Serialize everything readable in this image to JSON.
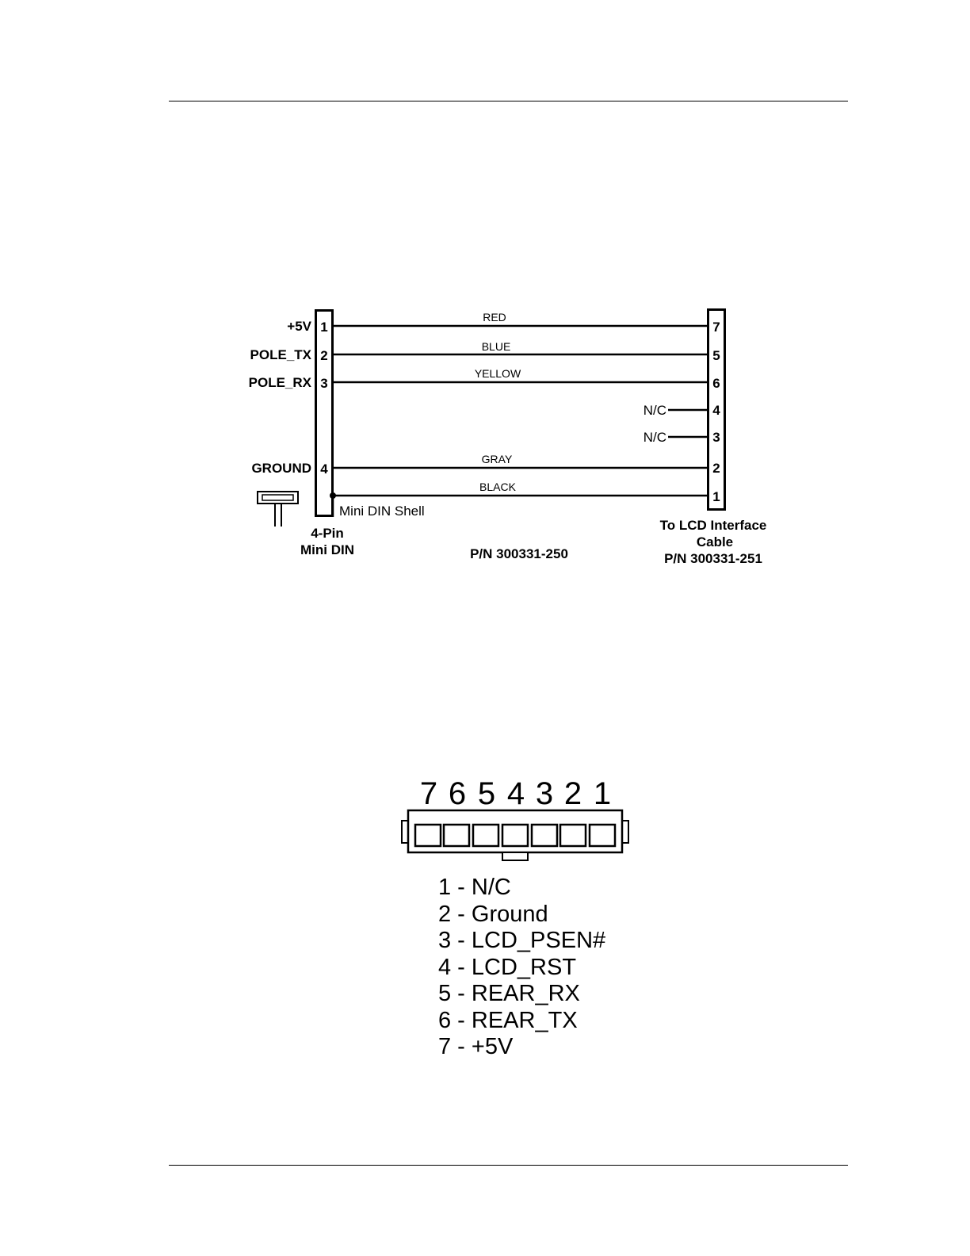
{
  "cable_diagram": {
    "left_connector": {
      "caption_line1": "4-Pin",
      "caption_line2": "Mini DIN",
      "shell_label": "Mini DIN Shell",
      "pins": [
        {
          "signal": "+5V",
          "pin": "1"
        },
        {
          "signal": "POLE_TX",
          "pin": "2"
        },
        {
          "signal": "POLE_RX",
          "pin": "3"
        },
        {
          "signal": "GROUND",
          "pin": "4"
        }
      ]
    },
    "wires": [
      {
        "color": "RED",
        "to_pin": "7"
      },
      {
        "color": "BLUE",
        "to_pin": "5"
      },
      {
        "color": "YELLOW",
        "to_pin": "6"
      },
      {
        "color": "GRAY",
        "to_pin": "2"
      },
      {
        "color": "BLACK",
        "to_pin": "1"
      }
    ],
    "right_connector": {
      "pins": [
        "7",
        "5",
        "6",
        "4",
        "3",
        "2",
        "1"
      ],
      "nc_label": "N/C",
      "caption_line1": "To LCD Interface",
      "caption_line2": "Cable",
      "caption_line3": "P/N 300331-251"
    },
    "part_number": "P/N 300331-250"
  },
  "connector_pinout": {
    "header_numbers": [
      "7",
      "6",
      "5",
      "4",
      "3",
      "2",
      "1"
    ],
    "pins": [
      "1 - N/C",
      "2 - Ground",
      "3 - LCD_PSEN#",
      "4 - LCD_RST",
      "5 - REAR_RX",
      "6 - REAR_TX",
      "7 - +5V"
    ]
  }
}
